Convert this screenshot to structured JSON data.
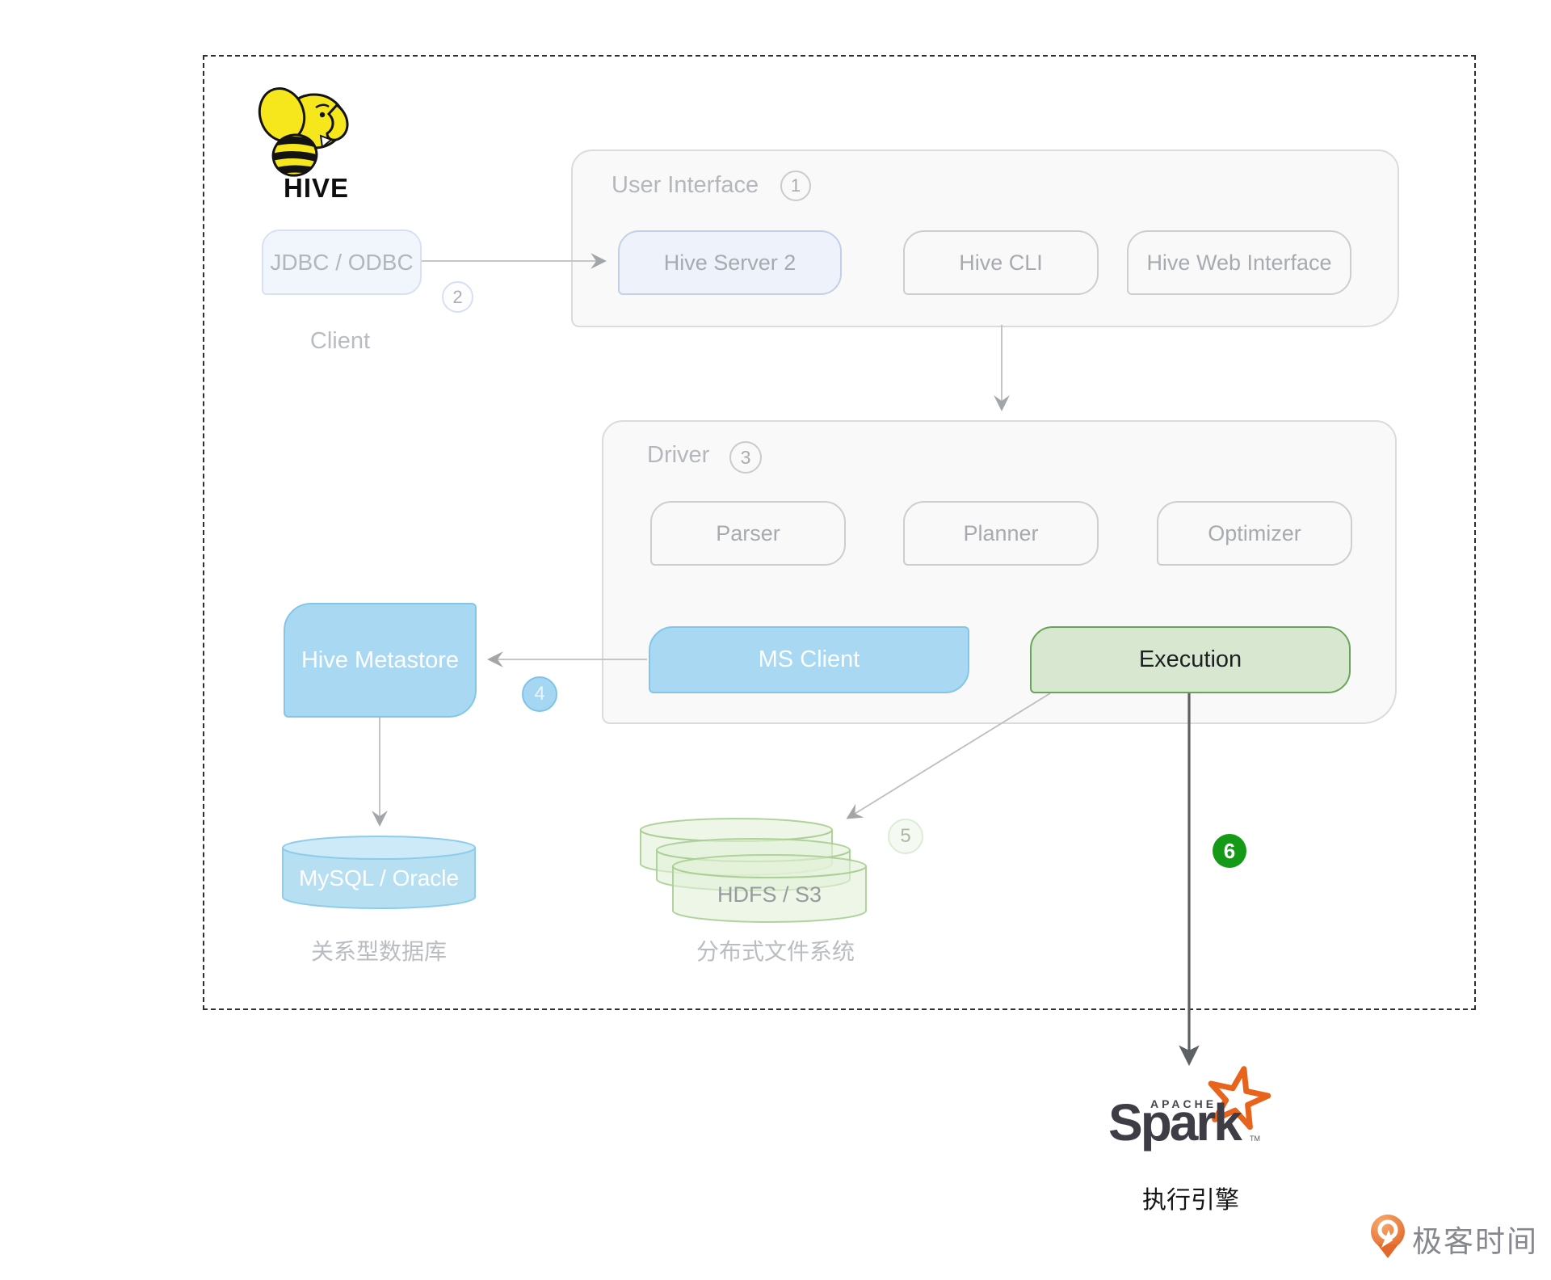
{
  "hive_logo_text": "HIVE",
  "client": {
    "box": "JDBC / ODBC",
    "caption": "Client"
  },
  "user_interface": {
    "title": "User Interface",
    "badge": "1",
    "boxes": [
      "Hive Server 2",
      "Hive CLI",
      "Hive Web Interface"
    ]
  },
  "driver": {
    "title": "Driver",
    "badge": "3",
    "boxes": [
      "Parser",
      "Planner",
      "Optimizer"
    ],
    "ms_client": "MS Client",
    "execution": "Execution"
  },
  "flow_badges": {
    "b2": "2",
    "b4": "4",
    "b5": "5",
    "b6": "6"
  },
  "metastore": {
    "box": "Hive Metastore"
  },
  "rdbms": {
    "cylinder": "MySQL / Oracle",
    "caption": "关系型数据库"
  },
  "dfs": {
    "cylinder": "HDFS / S3",
    "caption": "分布式文件系统"
  },
  "spark": {
    "apache": "APACHE",
    "wordmark": "Spark",
    "tm": "TM",
    "caption": "执行引擎"
  },
  "brand": {
    "name": "极客时间"
  },
  "colors": {
    "hive_yellow": "#f6e71d",
    "box_blue_fill": "#a9d9f2",
    "box_blue_border": "#83c6e9",
    "exec_green_fill": "#d8e8d0",
    "exec_green_border": "#69a558",
    "badge_green": "#149a17",
    "hdfs_green_fill": "#e6f2e0",
    "spark_orange": "#e8631c",
    "brand_orange": "#e9742f"
  }
}
